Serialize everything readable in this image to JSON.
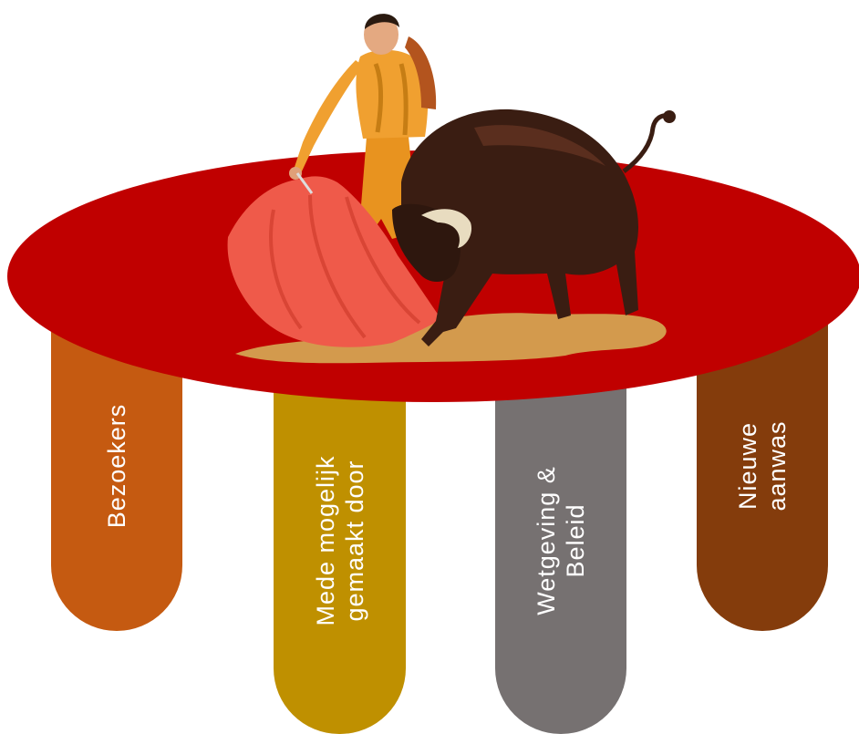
{
  "colors": {
    "table": "#c00000",
    "bezoekers": "#c55a11",
    "mede": "#bf9000",
    "wetgeving": "#767171",
    "nieuwe": "#843c0c"
  },
  "illustration": "matador and bull on red arena table",
  "legs": [
    {
      "id": "bezoekers",
      "lines": [
        "Bezoekers"
      ]
    },
    {
      "id": "mede",
      "lines": [
        "Mede mogelijk",
        "gemaakt door"
      ]
    },
    {
      "id": "wetgeving",
      "lines": [
        "Wetgeving &",
        "Beleid"
      ]
    },
    {
      "id": "nieuwe",
      "lines": [
        "Nieuwe",
        "aanwas"
      ]
    }
  ]
}
